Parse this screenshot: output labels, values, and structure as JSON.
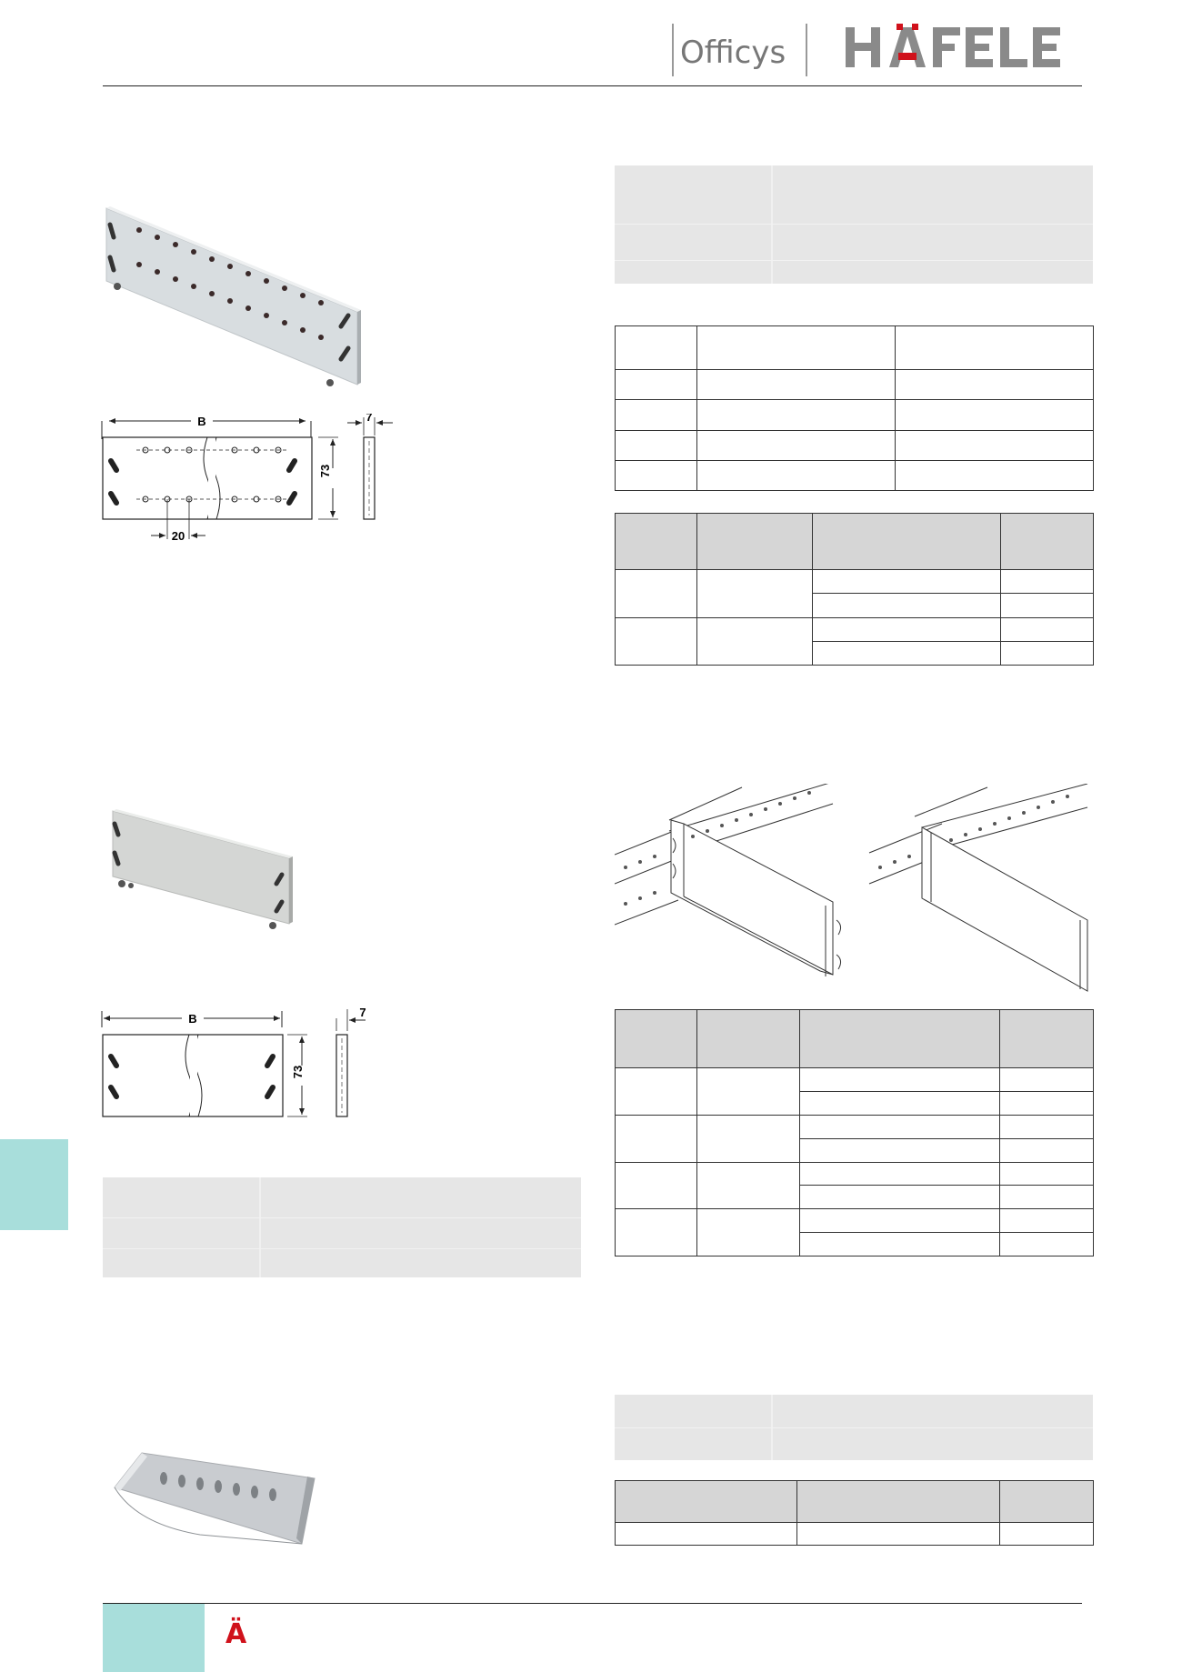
{
  "header": {
    "series_name": "Officys",
    "brand_logo": "HÄFELE"
  },
  "drawings": {
    "dim_width": "B",
    "dim_height": "73",
    "dim_thickness": "7",
    "dim_pitch": "20"
  },
  "footer": {
    "logo_mark": "Ä"
  },
  "colors": {
    "accent_tab": "#a8dedb",
    "brand_red": "#d0111b",
    "table_header": "#d6d6d6",
    "info_block": "#e6e6e6"
  }
}
